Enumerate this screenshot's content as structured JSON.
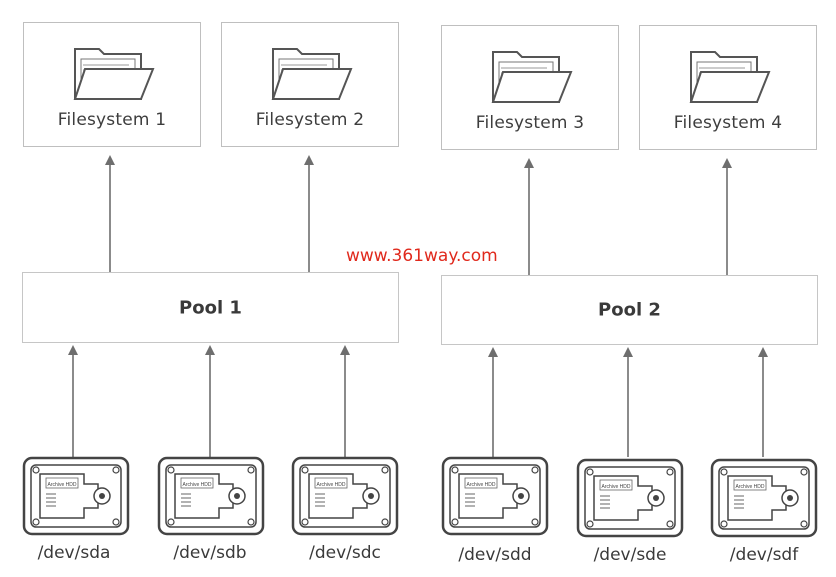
{
  "watermark": "www.361way.com",
  "filesystems": [
    {
      "label": "Filesystem 1"
    },
    {
      "label": "Filesystem 2"
    },
    {
      "label": "Filesystem 3"
    },
    {
      "label": "Filesystem 4"
    }
  ],
  "pools": [
    {
      "label": "Pool 1"
    },
    {
      "label": "Pool 2"
    }
  ],
  "devices": [
    {
      "label": "/dev/sda",
      "disk_text": "Archive HDD"
    },
    {
      "label": "/dev/sdb",
      "disk_text": "Archive HDD"
    },
    {
      "label": "/dev/sdc",
      "disk_text": "Archive HDD"
    },
    {
      "label": "/dev/sdd",
      "disk_text": "Archive HDD"
    },
    {
      "label": "/dev/sde",
      "disk_text": "Archive HDD"
    },
    {
      "label": "/dev/sdf",
      "disk_text": "Archive HDD"
    }
  ],
  "colors": {
    "line": "#6e6e6e",
    "box_border": "#bfbfbf",
    "watermark": "#e0291c"
  }
}
